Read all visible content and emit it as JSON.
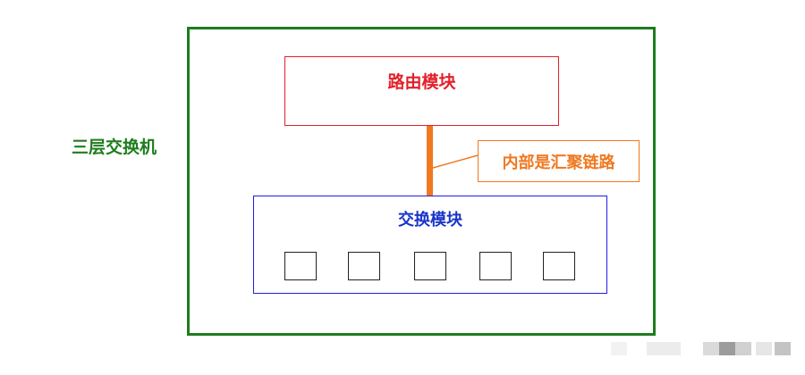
{
  "diagram": {
    "device_label": "三层交换机",
    "router_module_label": "路由模块",
    "internal_link_label": "内部是汇聚链路",
    "switch_module_label": "交换模块",
    "port_count": 5
  },
  "colors": {
    "device": "#1e7d1e",
    "router_module": "#e3202a",
    "internal_link": "#f07820",
    "switch_module": "#1a35c8"
  }
}
